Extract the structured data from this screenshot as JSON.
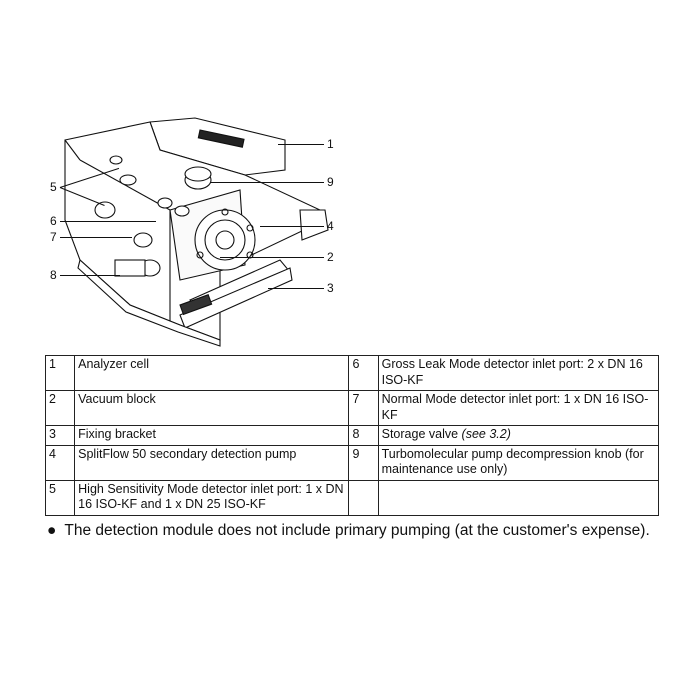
{
  "callouts": [
    "1",
    "9",
    "4",
    "2",
    "3",
    "5",
    "6",
    "7",
    "8"
  ],
  "legend": {
    "rows": [
      {
        "n1": "1",
        "d1": "Analyzer cell",
        "n2": "6",
        "d2": "Gross Leak Mode detector inlet port: 2 x DN 16 ISO-KF",
        "ref2": ""
      },
      {
        "n1": "2",
        "d1": "Vacuum block",
        "n2": "7",
        "d2": "Normal Mode detector inlet port: 1 x DN 16 ISO-KF",
        "ref2": ""
      },
      {
        "n1": "3",
        "d1": "Fixing bracket",
        "n2": "8",
        "d2": "Storage valve ",
        "ref2": "(see 3.2)"
      },
      {
        "n1": "4",
        "d1": "SplitFlow 50 secondary detection pump",
        "n2": "9",
        "d2": "Turbomolecular pump decompression knob (for maintenance use only)",
        "ref2": ""
      },
      {
        "n1": "5",
        "d1": "High Sensitivity Mode detector inlet port: 1 x DN 16 ISO-KF and 1 x DN 25 ISO-KF",
        "n2": "",
        "d2": "",
        "ref2": ""
      }
    ]
  },
  "note": {
    "bullet": "●",
    "text": "The detection module does not include primary pumping (at the customer's expense)."
  }
}
